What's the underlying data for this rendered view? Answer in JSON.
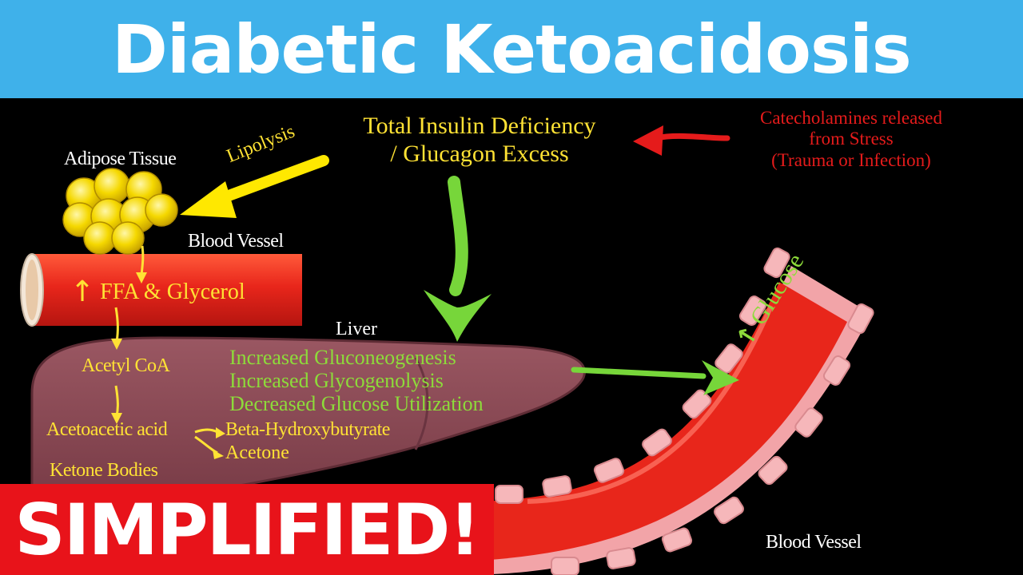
{
  "header": {
    "title": "Diabetic Ketoacidosis"
  },
  "diagram": {
    "source_line1": "Total Insulin Deficiency",
    "source_line2": "/ Glucagon Excess",
    "stress_line1": "Catecholamines released",
    "stress_line2": "from Stress",
    "stress_line3": "(Trauma or Infection)",
    "adipose_label": "Adipose Tissue",
    "lipolysis_label": "Lipolysis",
    "blood_vessel_top": "Blood Vessel",
    "ffa_label": "FFA & Glycerol",
    "liver_label": "Liver",
    "liver_effect_1": "Increased Gluconeogenesis",
    "liver_effect_2": "Increased Glycogenolysis",
    "liver_effect_3": "Decreased Glucose Utilization",
    "acetyl_coa": "Acetyl CoA",
    "acetoacetic": "Acetoacetic acid",
    "beta_hydroxy": "Beta-Hydroxybutyrate",
    "acetone": "Acetone",
    "ketone_bodies": "Ketone Bodies",
    "glucose_label": "Glucose",
    "blood_vessel_bottom": "Blood Vessel",
    "up_arrow": "↑"
  },
  "banner": {
    "text": "SIMPLIFIED!"
  },
  "colors": {
    "title_bar": "#3fb1ea",
    "yellow_text": "#ffe234",
    "green_text": "#8ddb3a",
    "red_text": "#e51b1b",
    "vessel_red": "#e8261b",
    "liver": "#8a4a55",
    "banner_red": "#e8131a"
  }
}
